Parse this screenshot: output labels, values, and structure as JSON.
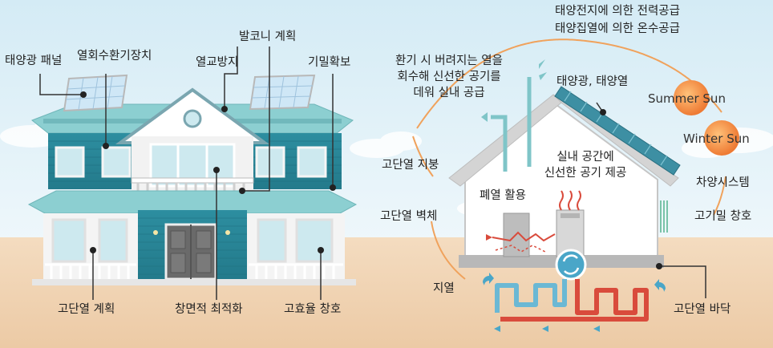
{
  "left_house": {
    "labels": {
      "solar_panel": "태양광 패널",
      "heat_recovery": "열회수환기장치",
      "balcony_plan": "발코니 계획",
      "thermal_bridge": "열교방지",
      "airtight": "기밀확보",
      "insulation_plan": "고단열 계획",
      "window_area": "창면적 최적화",
      "high_eff_window": "고효율 창호"
    }
  },
  "right_house": {
    "labels": {
      "pv_power": "태양전지에 의한 전력공급",
      "solar_hot_water": "태양집열에 의한 온수공급",
      "vent_heat_line1": "환기 시 버려지는 열을",
      "vent_heat_line2": "회수해 신선한 공기를",
      "vent_heat_line3": "데워 실내 공급",
      "solar_light_heat": "태양광, 태양열",
      "summer_sun": "Summer Sun",
      "winter_sun": "Winter Sun",
      "insulated_roof": "고단열 지붕",
      "fresh_air_line1": "실내 공간에",
      "fresh_air_line2": "신선한 공기 제공",
      "waste_heat": "폐열 활용",
      "shading": "차양시스템",
      "insulated_wall": "고단열 벽체",
      "airtight_window": "고기밀 창호",
      "geothermal": "지열",
      "insulated_floor": "고단열 바닥"
    }
  },
  "colors": {
    "sky": "#dbeef6",
    "ground": "#f1d7b7",
    "roof": "#8fcfd1",
    "siding": "#2f93a4",
    "leader": "#333333",
    "sun": "#f08a3c",
    "pipe_red": "#d94b3c",
    "pipe_blue": "#6bb8d4"
  }
}
